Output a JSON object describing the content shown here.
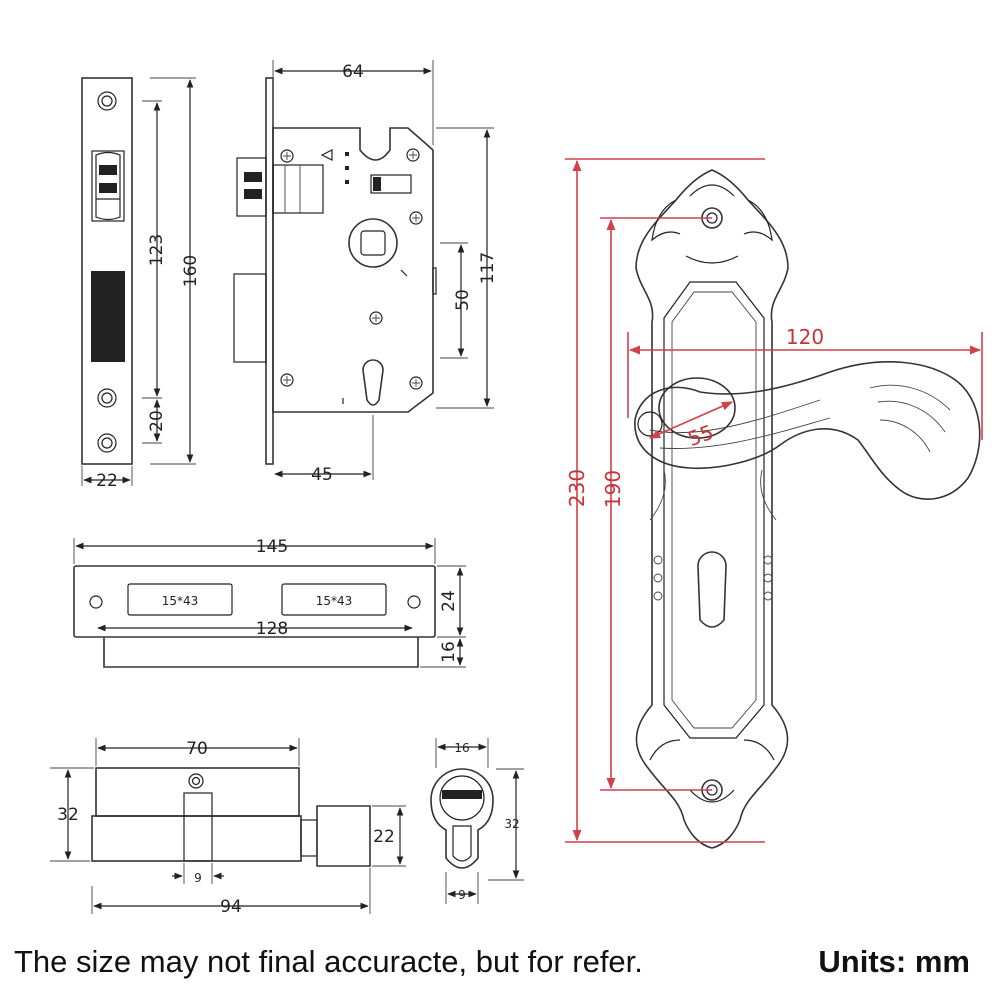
{
  "faceplate": {
    "width": "22",
    "upper_spacing": "123",
    "total_length": "160",
    "lower_spacing": "20"
  },
  "lock_body": {
    "width": "64",
    "backset": "45",
    "height": "117",
    "center_distance": "50"
  },
  "strike_plate": {
    "length": "145",
    "hole_spacing": "128",
    "height": "24",
    "lip": "16",
    "slot_left": "15*43",
    "slot_right": "15*43"
  },
  "cylinder_side": {
    "length_body": "70",
    "height": "32",
    "knob_height": "22",
    "cam_width": "9",
    "total_length": "94"
  },
  "cylinder_end": {
    "width": "16",
    "height": "32",
    "bottom": "9"
  },
  "handle": {
    "plate_height": "230",
    "hole_spacing": "190",
    "lever_length": "120",
    "rose_offset": "55"
  },
  "footer": {
    "note": "The size may not final accuracte, but for refer.",
    "units": "Units: mm"
  },
  "colors": {
    "line": "#222222",
    "accent": "#d24048",
    "background": "#ffffff"
  }
}
